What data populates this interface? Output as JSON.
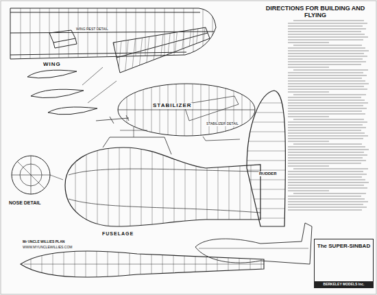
{
  "diagram": {
    "nodes": [
      {
        "text": [
          "The SUPER-SINBAD",
          "BERKELEY MODELS Inc."
        ]
      }
    ],
    "labels": [
      "DIRECTIONS FOR BUILDING AND FLYING",
      "WING",
      "WING REST DETAIL",
      "STABILIZER",
      "STABILIZER DETAIL",
      "RUDDER",
      "FUSELAGE",
      "NOSE DETAIL",
      "Mr UNCLE WILLIES PLAN",
      "WWW.MYUNCLEWILLIES.COM"
    ]
  }
}
